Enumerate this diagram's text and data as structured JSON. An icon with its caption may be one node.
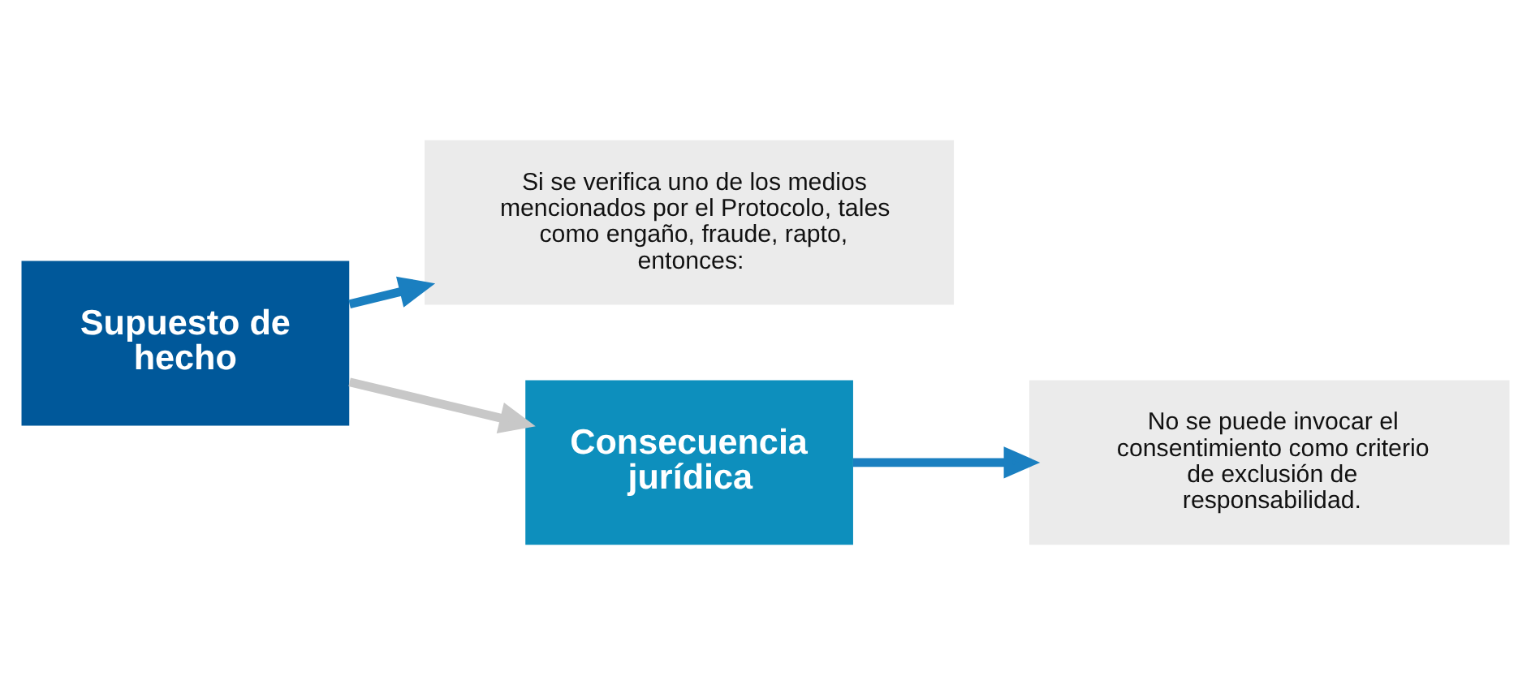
{
  "diagram": {
    "nodes": [
      {
        "text": [
          "Supuesto de hecho"
        ]
      },
      {
        "text": [
          "Si se verifica uno de los medios mencionados por el Protocolo, tales como engaño, fraude, rapto, entonces:"
        ]
      },
      {
        "text": [
          "Consecuencia jurídica"
        ]
      },
      {
        "text": [
          "No se puede invocar el consentimiento como criterio de exclusión de responsabilidad."
        ]
      }
    ],
    "edges": [
      {
        "from": 0,
        "to": 1,
        "arrow": "to"
      },
      {
        "from": 0,
        "to": 2,
        "arrow": "to",
        "color": "#c8c8c8"
      },
      {
        "from": 2,
        "to": 3,
        "arrow": "to"
      }
    ]
  }
}
